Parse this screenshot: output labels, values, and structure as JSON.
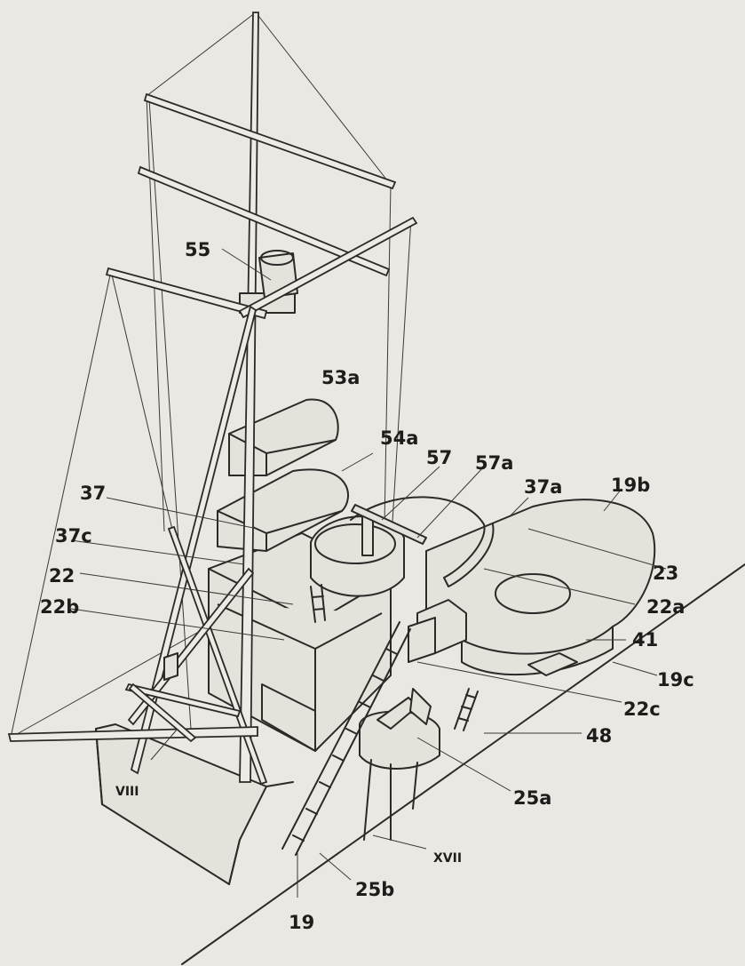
{
  "labels": {
    "l55": "55",
    "l53a": "53a",
    "l54a": "54a",
    "l57": "57",
    "l57a": "57a",
    "l37": "37",
    "l37a": "37a",
    "l19b": "19b",
    "l37c": "37c",
    "l22": "22",
    "l23": "23",
    "l22a": "22a",
    "l22b": "22b",
    "l41": "41",
    "l19c": "19c",
    "l22c": "22c",
    "l48": "48",
    "lVIII": "VIII",
    "l25a": "25a",
    "lXVII": "XVII",
    "l25b": "25b",
    "l19": "19"
  }
}
